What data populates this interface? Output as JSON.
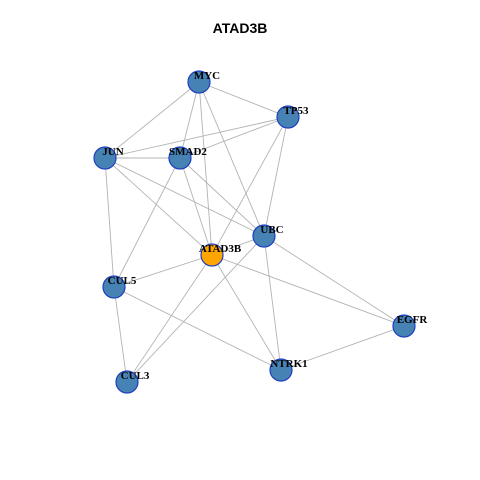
{
  "title": "ATAD3B",
  "colors": {
    "node_default": "#4682b4",
    "node_focus": "#ffa500",
    "node_border": "#1f3fbf",
    "edge": "#b3b3b3"
  },
  "nodes": [
    {
      "id": "MYC",
      "label": "MYC",
      "focus": false
    },
    {
      "id": "TP53",
      "label": "TP53",
      "focus": false
    },
    {
      "id": "JUN",
      "label": "JUN",
      "focus": false
    },
    {
      "id": "SMAD2",
      "label": "SMAD2",
      "focus": false
    },
    {
      "id": "UBC",
      "label": "UBC",
      "focus": false
    },
    {
      "id": "ATAD3B",
      "label": "ATAD3B",
      "focus": true
    },
    {
      "id": "CUL5",
      "label": "CUL5",
      "focus": false
    },
    {
      "id": "EGFR",
      "label": "EGFR",
      "focus": false
    },
    {
      "id": "NTRK1",
      "label": "NTRK1",
      "focus": false
    },
    {
      "id": "CUL3",
      "label": "CUL3",
      "focus": false
    }
  ],
  "edges": [
    [
      "MYC",
      "TP53"
    ],
    [
      "MYC",
      "JUN"
    ],
    [
      "MYC",
      "SMAD2"
    ],
    [
      "MYC",
      "ATAD3B"
    ],
    [
      "MYC",
      "UBC"
    ],
    [
      "TP53",
      "JUN"
    ],
    [
      "TP53",
      "SMAD2"
    ],
    [
      "TP53",
      "UBC"
    ],
    [
      "TP53",
      "ATAD3B"
    ],
    [
      "JUN",
      "SMAD2"
    ],
    [
      "JUN",
      "UBC"
    ],
    [
      "JUN",
      "ATAD3B"
    ],
    [
      "JUN",
      "CUL5"
    ],
    [
      "SMAD2",
      "ATAD3B"
    ],
    [
      "SMAD2",
      "UBC"
    ],
    [
      "SMAD2",
      "CUL5"
    ],
    [
      "UBC",
      "ATAD3B"
    ],
    [
      "UBC",
      "EGFR"
    ],
    [
      "UBC",
      "NTRK1"
    ],
    [
      "UBC",
      "CUL3"
    ],
    [
      "ATAD3B",
      "CUL5"
    ],
    [
      "ATAD3B",
      "EGFR"
    ],
    [
      "ATAD3B",
      "NTRK1"
    ],
    [
      "ATAD3B",
      "CUL3"
    ],
    [
      "CUL5",
      "NTRK1"
    ],
    [
      "CUL5",
      "CUL3"
    ],
    [
      "EGFR",
      "NTRK1"
    ]
  ]
}
